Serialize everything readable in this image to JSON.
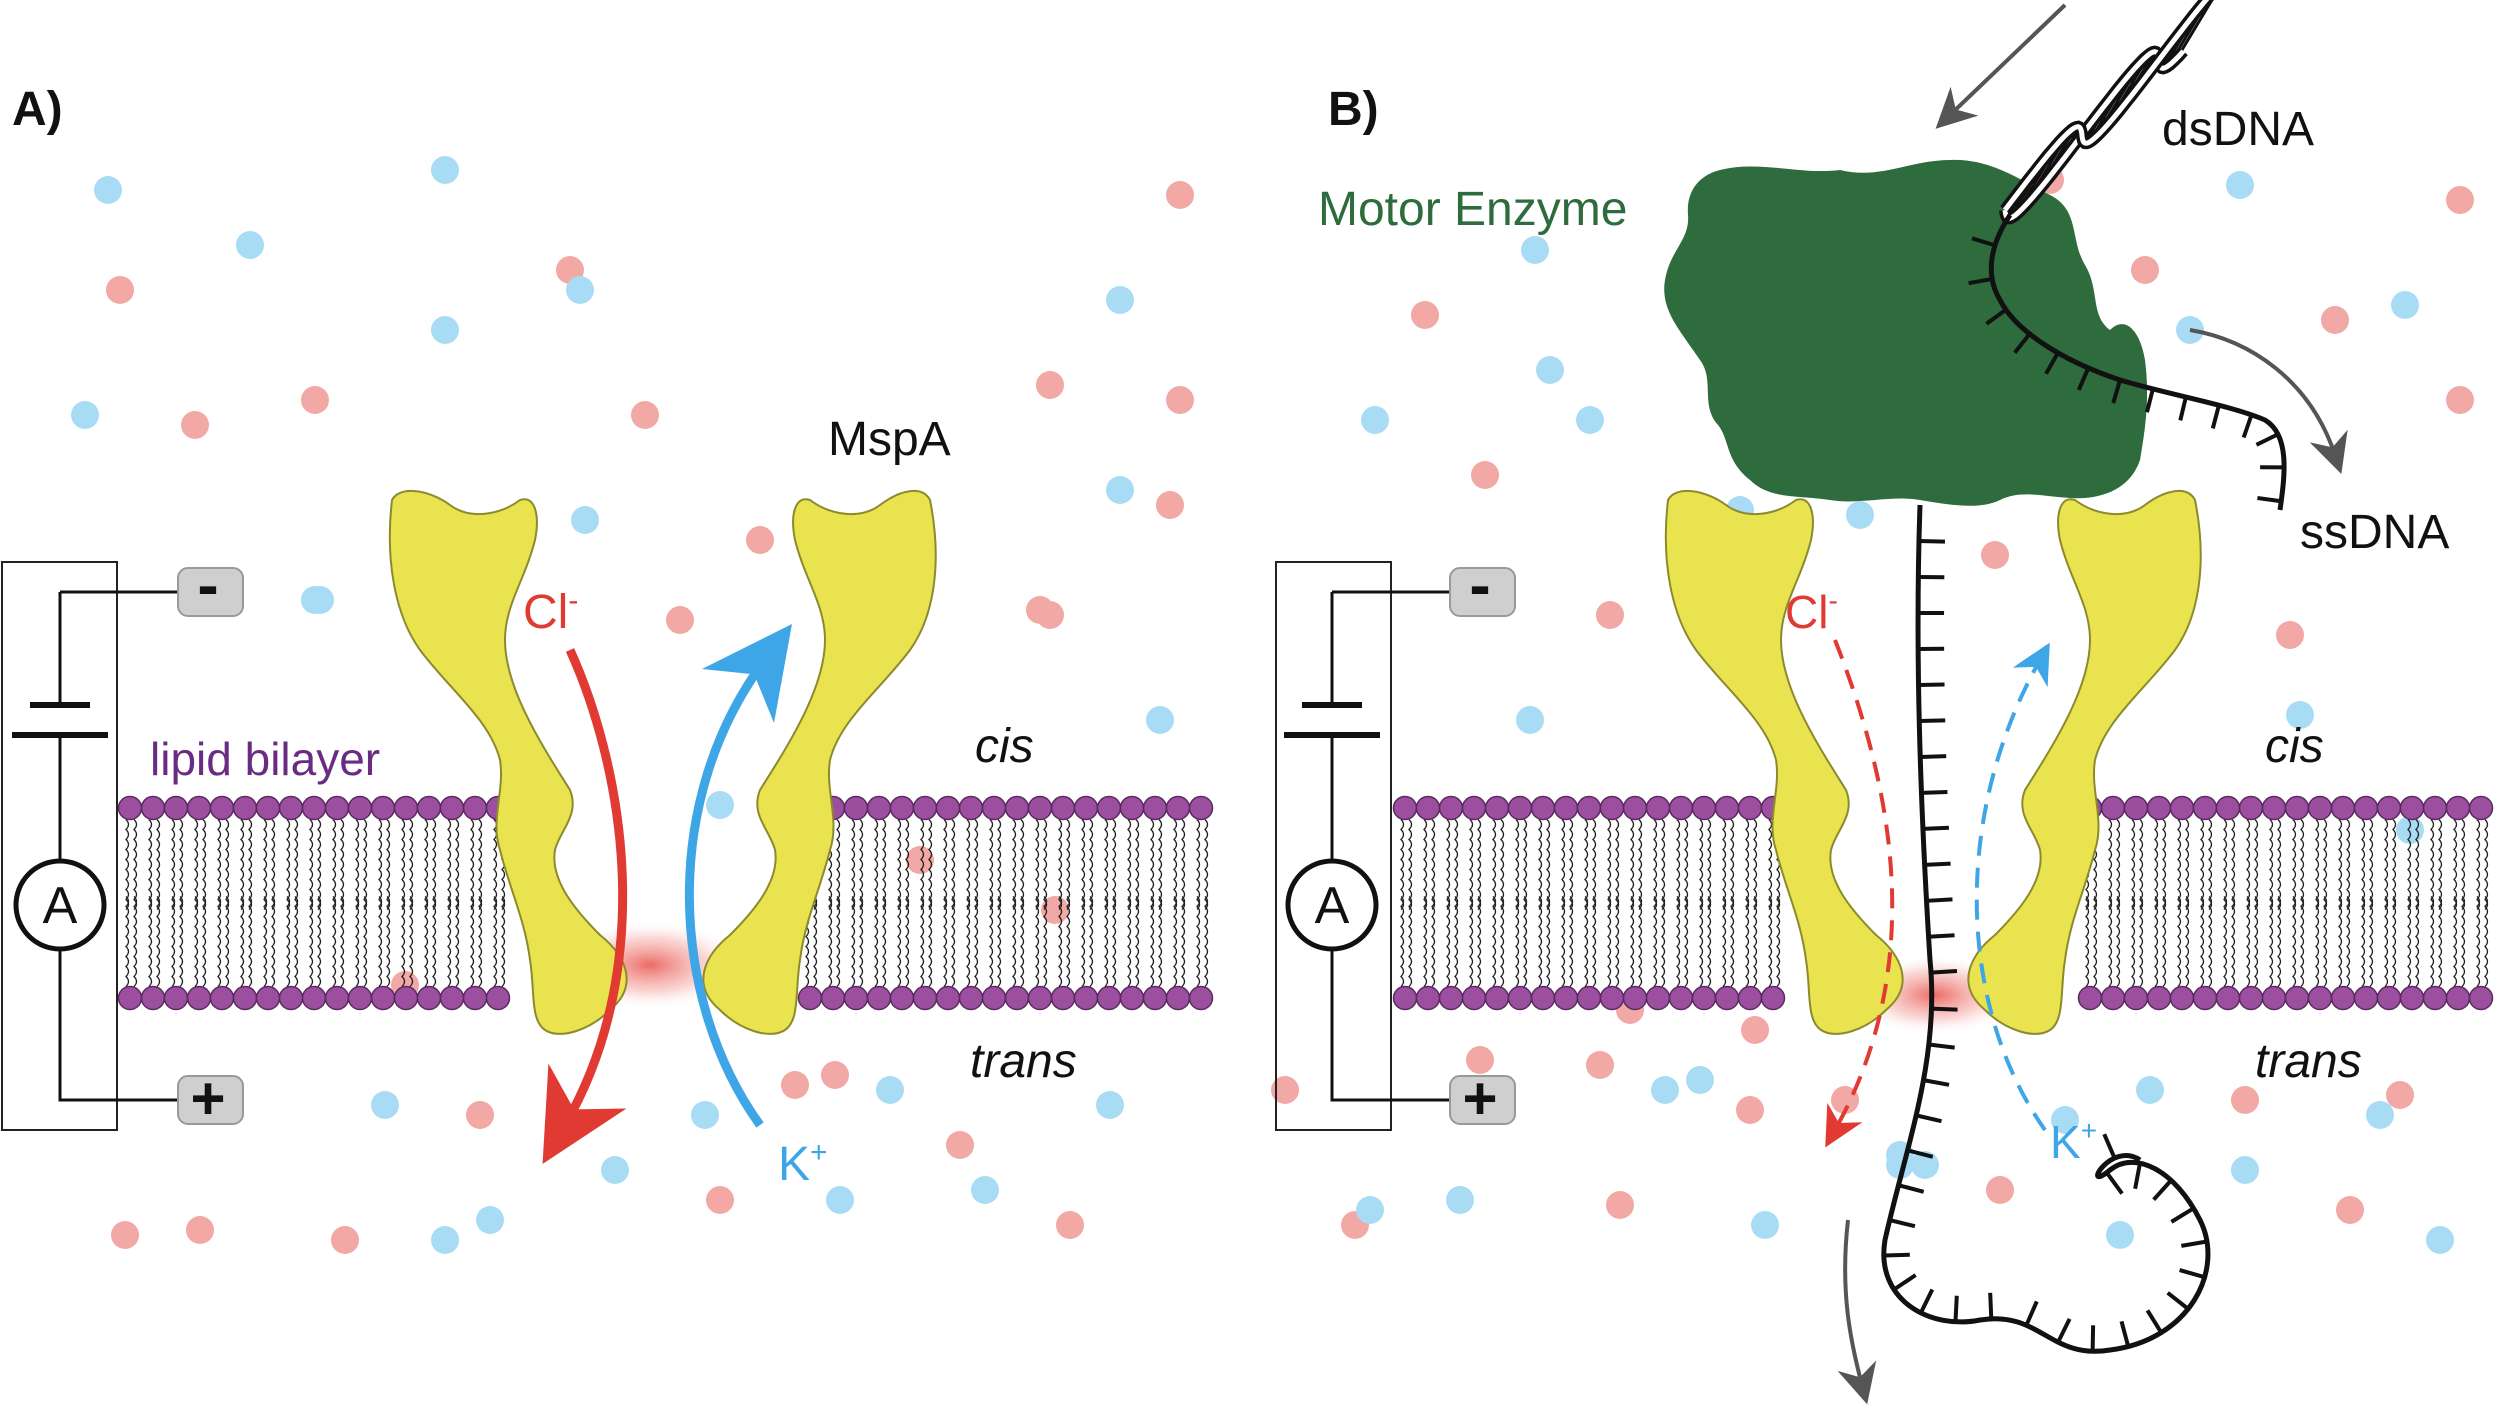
{
  "panels": {
    "a": {
      "label": "A)",
      "pore": "MspA",
      "membrane": "lipid bilayer",
      "cis": "cis",
      "trans": "trans",
      "anion": "Cl",
      "anion_charge": "-",
      "cation": "K",
      "cation_charge": "+",
      "meter": "A",
      "electrode_neg": "-",
      "electrode_pos": "+"
    },
    "b": {
      "label": "B)",
      "enzyme": "Motor Enzyme",
      "ds": "dsDNA",
      "ss": "ssDNA",
      "cis": "cis",
      "trans": "trans",
      "anion": "Cl",
      "anion_charge": "-",
      "cation": "K",
      "cation_charge": "+",
      "meter": "A",
      "electrode_neg": "-",
      "electrode_pos": "+"
    }
  },
  "colors": {
    "lipid_head": "#9b4f9e",
    "membrane_label": "#6a2c83",
    "pore": "#e8e34f",
    "enzyme": "#2e6b3d",
    "enzyme_label": "#2e6b3d",
    "chloride": "#e03a33",
    "potassium": "#3ea6e6",
    "ion_red": "#f2a8a4",
    "ion_blue": "#a8dcf5",
    "arrow_gray": "#555555"
  }
}
